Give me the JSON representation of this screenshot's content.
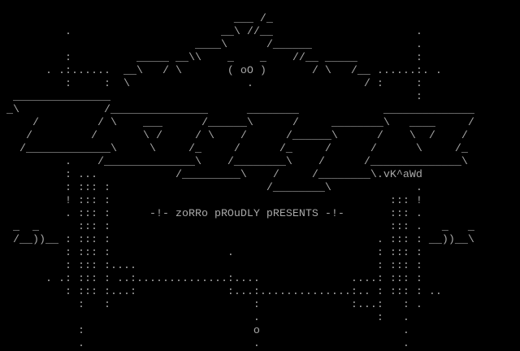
{
  "colors": {
    "background": "#000000",
    "text": "#a8a8a8"
  },
  "ascii_art": {
    "lines": [
      "",
      "                                    ___ /_",
      "          .                       __\\ //__                      .",
      "                              ____\\      /______                .",
      "          :          _____ __\\\\    _    _    //__ _____         :",
      "       . .:......  __\\   / \\       ( oO )       / \\   /__ ......:. .",
      "          :     :  \\                  .                 / :     :",
      "  _______________                                               :",
      " _\\             /_______________      ________             ______________",
      "     /         / \\    ___      /______\\      /     ________\\   ____     /",
      "    /         /       \\ /     / \\    /      /______\\      /    \\  /    /",
      "   /_____________\\     \\     /_     /      /_     /      /      \\     /_",
      "          .    /______________\\    /________\\    /      /______________\\",
      "          : ...            /_________\\    /     /________\\.vK^aWd",
      "          : ::: :                        /________\\             .",
      "          ! ::: :                                           ::: !",
      "          . ::: :      -!- zoRRo pROuDLY pRESENTS -!-       ::: .",
      "  _  _      ::: :                                           ::: .   _   _",
      "  /__))__ : ::: :                                         . ::: : __))__\\",
      "          : ::: :                  .                      : ::: :",
      "          : ::: :....                                     : ::: :",
      "       . .: ::: : ..:..............:....              ....: ::: :",
      "          : ::: :...:              :...:..............:.. : ::: : ..",
      "            :   :                      :              :...:   : .",
      "                                       .                  :   .",
      "            :                          o                      .",
      "            .                          .                      ."
    ]
  }
}
